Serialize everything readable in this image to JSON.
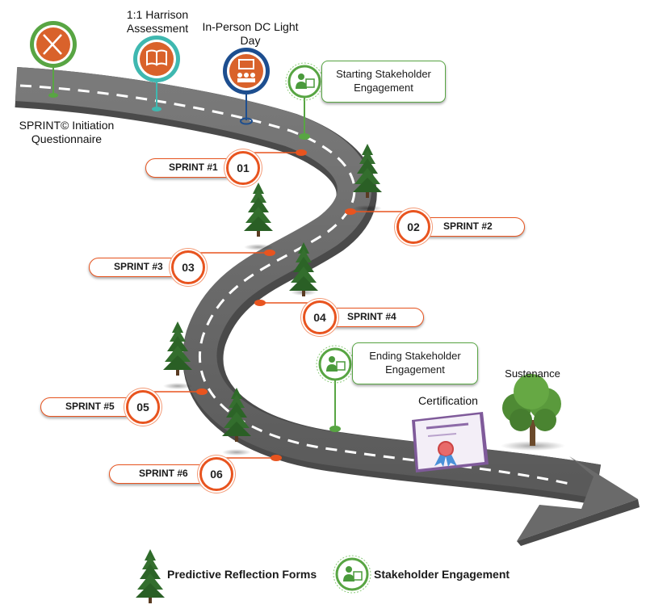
{
  "milestones": {
    "questionnaire": "SPRINT© Initiation\nQuestionnaire",
    "harrison": "1:1 Harrison\nAssessment",
    "dc_light_day": "In-Person DC Light\nDay",
    "starting_engagement": "Starting Stakeholder\nEngagement",
    "ending_engagement": "Ending Stakeholder\nEngagement",
    "certification": "Certification",
    "sustenance": "Sustenance"
  },
  "sprints": [
    {
      "label": "SPRINT #1",
      "number": "01"
    },
    {
      "label": "SPRINT #2",
      "number": "02"
    },
    {
      "label": "SPRINT #3",
      "number": "03"
    },
    {
      "label": "SPRINT #4",
      "number": "04"
    },
    {
      "label": "SPRINT #5",
      "number": "05"
    },
    {
      "label": "SPRINT #6",
      "number": "06"
    }
  ],
  "legend": {
    "tree": "Predictive Reflection Forms",
    "engagement": "Stakeholder Engagement"
  },
  "colors": {
    "sprint_accent": "#e8541f",
    "engagement_accent": "#58a543",
    "road": "#6d6d6d",
    "questionnaire_pin": "#58a543",
    "harrison_pin": "#3fb8b0",
    "dc_pin": "#1d4e8f",
    "icon_fill": "#d9622b"
  }
}
